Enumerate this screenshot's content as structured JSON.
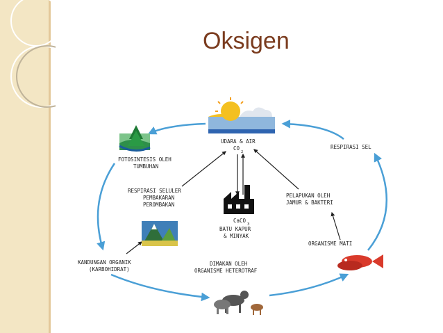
{
  "slide": {
    "title": "Oksigen"
  },
  "diagram": {
    "udara_line1": "UDARA & AIR",
    "udara_line2": "CO",
    "udara_sub": "2",
    "respirasi_sel": "RESPIRASI SEL",
    "fotosintesis_line1": "FOTOSINTESIS OLEH",
    "fotosintesis_line2": "TUMBUHAN",
    "respirasi_line1": "RESPIRASI SELULER",
    "respirasi_line2": "PEMBAKARAN",
    "respirasi_line3": "PEROMBAKAN",
    "caco_main": "CaCO",
    "caco_sub": "3",
    "batu_line1": "BATU KAPUR",
    "batu_line2": "& MINYAK",
    "pelapukan_line1": "PELAPUKAN OLEH",
    "pelapukan_line2": "JAMUR & BAKTERI",
    "organisme_mati": "ORGANISME MATI",
    "kandungan_line1": "KANDUNGAN ORGANIK",
    "kandungan_line2": "(KARBOHIDRAT)",
    "dimakan_line1": "DIMAKAN OLEH",
    "dimakan_line2": "ORGANISME HETEROTRAF"
  },
  "colors": {
    "cycle_arrow": "#4a9fd6",
    "title": "#7a3b1e",
    "panel": "#f3e6c4"
  }
}
